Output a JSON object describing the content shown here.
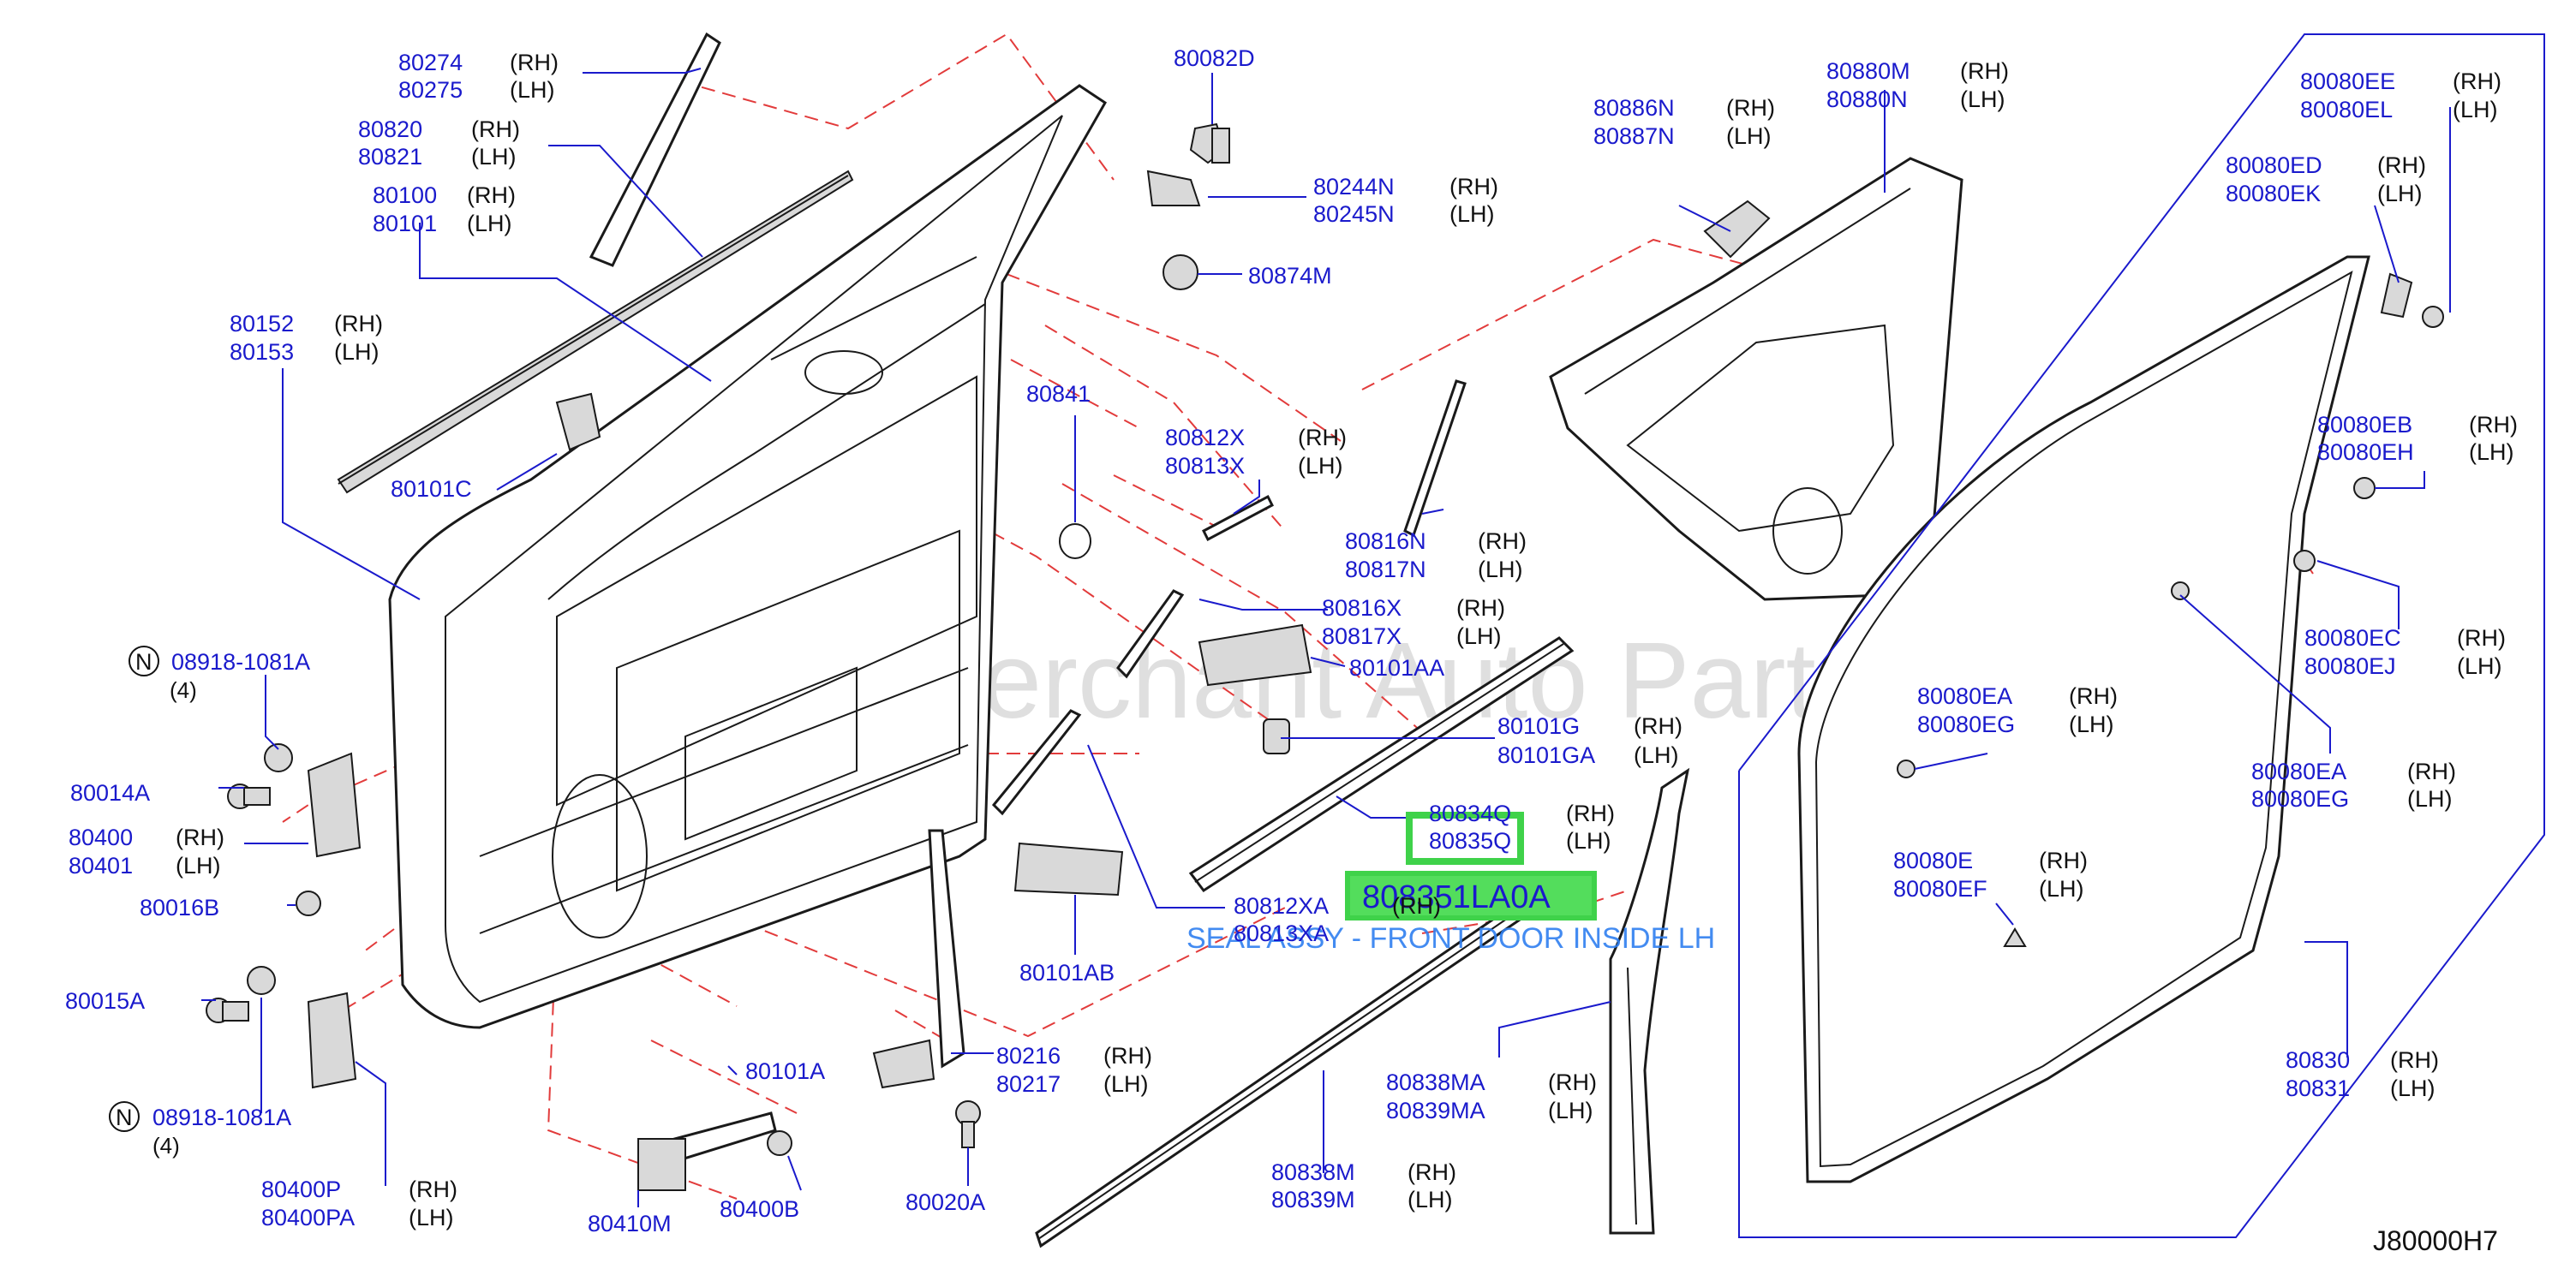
{
  "watermark": "Multi Merchant Auto Partstore",
  "diagram_code": "J80000H7",
  "highlight": {
    "part_number": "808351LA0A",
    "description": "SEAL ASSY - FRONT DOOR INSIDE LH"
  },
  "labels": [
    {
      "id": "80274",
      "text": "80274",
      "side": "(RH)"
    },
    {
      "id": "80275",
      "text": "80275",
      "side": "(LH)"
    },
    {
      "id": "80820",
      "text": "80820",
      "side": "(RH)"
    },
    {
      "id": "80821",
      "text": "80821",
      "side": "(LH)"
    },
    {
      "id": "80100",
      "text": "80100",
      "side": "(RH)"
    },
    {
      "id": "80101",
      "text": "80101",
      "side": "(LH)"
    },
    {
      "id": "80152",
      "text": "80152",
      "side": "(RH)"
    },
    {
      "id": "80153",
      "text": "80153",
      "side": "(LH)"
    },
    {
      "id": "80101C",
      "text": "80101C",
      "side": ""
    },
    {
      "id": "80082D",
      "text": "80082D",
      "side": ""
    },
    {
      "id": "80244N",
      "text": "80244N",
      "side": "(RH)"
    },
    {
      "id": "80245N",
      "text": "80245N",
      "side": "(LH)"
    },
    {
      "id": "80874M",
      "text": "80874M",
      "side": ""
    },
    {
      "id": "80841",
      "text": "80841",
      "side": ""
    },
    {
      "id": "80812X",
      "text": "80812X",
      "side": "(RH)"
    },
    {
      "id": "80813X",
      "text": "80813X",
      "side": "(LH)"
    },
    {
      "id": "80816N",
      "text": "80816N",
      "side": "(RH)"
    },
    {
      "id": "80817N",
      "text": "80817N",
      "side": "(LH)"
    },
    {
      "id": "80816X",
      "text": "80816X",
      "side": "(RH)"
    },
    {
      "id": "80817X",
      "text": "80817X",
      "side": "(LH)"
    },
    {
      "id": "80101AA",
      "text": "80101AA",
      "side": ""
    },
    {
      "id": "80101G",
      "text": "80101G",
      "side": "(RH)"
    },
    {
      "id": "80101GA",
      "text": "80101GA",
      "side": "(LH)"
    },
    {
      "id": "80834Q",
      "text": "80834Q",
      "side": "(RH)"
    },
    {
      "id": "80835Q",
      "text": "80835Q",
      "side": "(LH)"
    },
    {
      "id": "80812XA",
      "text": "80812XA",
      "side": "(RH)"
    },
    {
      "id": "80813XA",
      "text": "80813XA",
      "side": ""
    },
    {
      "id": "80101AB",
      "text": "80101AB",
      "side": ""
    },
    {
      "id": "80216",
      "text": "80216",
      "side": "(RH)"
    },
    {
      "id": "80217",
      "text": "80217",
      "side": "(LH)"
    },
    {
      "id": "80101A",
      "text": "80101A",
      "side": ""
    },
    {
      "id": "80020A",
      "text": "80020A",
      "side": ""
    },
    {
      "id": "80410M",
      "text": "80410M",
      "side": ""
    },
    {
      "id": "80400B",
      "text": "80400B",
      "side": ""
    },
    {
      "id": "80838MA",
      "text": "80838MA",
      "side": "(RH)"
    },
    {
      "id": "80839MA",
      "text": "80839MA",
      "side": "(LH)"
    },
    {
      "id": "80838M",
      "text": "80838M",
      "side": "(RH)"
    },
    {
      "id": "80839M",
      "text": "80839M",
      "side": "(LH)"
    },
    {
      "id": "08918-1081A-top",
      "text": "08918-1081A",
      "side": "",
      "qty": "(4)",
      "badge": "N"
    },
    {
      "id": "80014A",
      "text": "80014A",
      "side": ""
    },
    {
      "id": "80400",
      "text": "80400",
      "side": "(RH)"
    },
    {
      "id": "80401",
      "text": "80401",
      "side": "(LH)"
    },
    {
      "id": "80016B",
      "text": "80016B",
      "side": ""
    },
    {
      "id": "80015A",
      "text": "80015A",
      "side": ""
    },
    {
      "id": "08918-1081A-bottom",
      "text": "08918-1081A",
      "side": "",
      "qty": "(4)",
      "badge": "N"
    },
    {
      "id": "80400P",
      "text": "80400P",
      "side": "(RH)"
    },
    {
      "id": "80400PA",
      "text": "80400PA",
      "side": "(LH)"
    },
    {
      "id": "80886N",
      "text": "80886N",
      "side": "(RH)"
    },
    {
      "id": "80887N",
      "text": "80887N",
      "side": "(LH)"
    },
    {
      "id": "80880M",
      "text": "80880M",
      "side": "(RH)"
    },
    {
      "id": "80880N",
      "text": "80880N",
      "side": "(LH)"
    },
    {
      "id": "80080EE",
      "text": "80080EE",
      "side": "(RH)"
    },
    {
      "id": "80080EL",
      "text": "80080EL",
      "side": "(LH)"
    },
    {
      "id": "80080ED",
      "text": "80080ED",
      "side": "(RH)"
    },
    {
      "id": "80080EK",
      "text": "80080EK",
      "side": "(LH)"
    },
    {
      "id": "80080EB",
      "text": "80080EB",
      "side": "(RH)"
    },
    {
      "id": "80080EH",
      "text": "80080EH",
      "side": "(LH)"
    },
    {
      "id": "80080EC",
      "text": "80080EC",
      "side": "(RH)"
    },
    {
      "id": "80080EJ",
      "text": "80080EJ",
      "side": "(LH)"
    },
    {
      "id": "80080EA-1",
      "text": "80080EA",
      "side": "(RH)"
    },
    {
      "id": "80080EG-1",
      "text": "80080EG",
      "side": "(LH)"
    },
    {
      "id": "80080EA-2",
      "text": "80080EA",
      "side": "(RH)"
    },
    {
      "id": "80080EG-2",
      "text": "80080EG",
      "side": "(LH)"
    },
    {
      "id": "80080E",
      "text": "80080E",
      "side": "(RH)"
    },
    {
      "id": "80080EF",
      "text": "80080EF",
      "side": "(LH)"
    },
    {
      "id": "80830",
      "text": "80830",
      "side": "(RH)"
    },
    {
      "id": "80831",
      "text": "80831",
      "side": "(LH)"
    }
  ],
  "colors": {
    "part_number": "#1a1acc",
    "leader": "#1a1acc",
    "hidden_line": "#e23b3b",
    "highlight": "#3fd24a",
    "tooltip": "#2f7ff0"
  }
}
